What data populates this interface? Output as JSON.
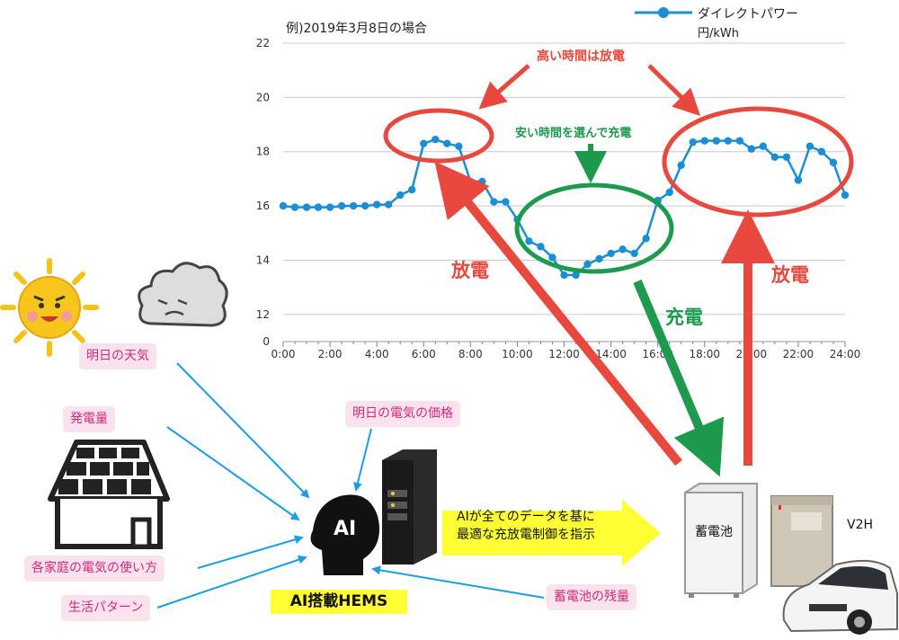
{
  "chart_data": {
    "type": "line",
    "title": "例)2019年3月8日の場合",
    "legend": {
      "series_name": "ダイレクトパワー",
      "unit": "円/kWh",
      "placement": "top-right"
    },
    "xlabel": "",
    "ylabel": "",
    "x_ticks": [
      "0:00",
      "2:00",
      "4:00",
      "6:00",
      "8:00",
      "10:00",
      "12:00",
      "14:00",
      "16:00",
      "18:00",
      "20:00",
      "22:00",
      "24:00"
    ],
    "y_ticks": [
      "0",
      "12",
      "14",
      "16",
      "18",
      "20",
      "22"
    ],
    "ylim": [
      11,
      22
    ],
    "grid": "horizontal",
    "series": [
      {
        "name": "ダイレクトパワー",
        "color": "#1a8fd6",
        "x_hours": [
          0,
          0.5,
          1,
          1.5,
          2,
          2.5,
          3,
          3.5,
          4,
          4.5,
          5,
          5.5,
          6,
          6.5,
          7,
          7.5,
          8,
          8.5,
          9,
          9.5,
          10,
          10.5,
          11,
          11.5,
          12,
          12.5,
          13,
          13.5,
          14,
          14.5,
          15,
          15.5,
          16,
          16.5,
          17,
          17.5,
          18,
          18.5,
          19,
          19.5,
          20,
          20.5,
          21,
          21.5,
          22,
          22.5,
          23,
          23.5,
          24
        ],
        "values": [
          16.0,
          15.95,
          15.95,
          15.95,
          15.95,
          16.0,
          16.0,
          16.0,
          16.05,
          16.05,
          16.4,
          16.6,
          18.3,
          18.45,
          18.3,
          18.2,
          16.9,
          16.9,
          16.15,
          16.15,
          15.5,
          14.7,
          14.5,
          14.1,
          13.45,
          13.45,
          13.85,
          14.05,
          14.25,
          14.4,
          14.25,
          14.8,
          16.2,
          16.5,
          17.5,
          18.35,
          18.4,
          18.4,
          18.4,
          18.4,
          18.1,
          18.2,
          17.8,
          17.8,
          16.95,
          18.2,
          18.0,
          17.6,
          16.4
        ]
      }
    ],
    "annotations": {
      "discharge_high": "高い時間は放電",
      "charge_low": "安い時間を選んで充電",
      "discharge_left": "放電",
      "charge_center": "充電",
      "discharge_right": "放電"
    }
  },
  "diagram": {
    "inputs": {
      "weather": "明日の天気",
      "generation": "発電量",
      "usage": "各家庭の電気の使い方",
      "pattern": "生活パターン",
      "price": "明日の電気の価格",
      "battery_remaining": "蓄電池の残量"
    },
    "ai_badge": "AI",
    "hems_label": "AI搭載HEMS",
    "banner_line1": "AIが全てのデータを基に",
    "banner_line2": "最適な充放電制御を指示",
    "battery_label": "蓄電池",
    "v2h_label": "V2H",
    "colors": {
      "red": "#e8483d",
      "green": "#1d9a4e",
      "blue": "#1a9ee6",
      "pink_text": "#d6267a",
      "pink_bg": "#fbe3ee",
      "yellow": "#ffff33"
    }
  }
}
